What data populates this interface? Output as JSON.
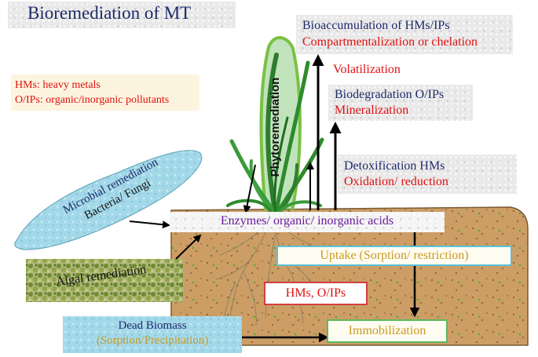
{
  "title": "Bioremediation of MT",
  "legend": {
    "hms": "HMs: heavy metals",
    "oips": "O/IPs: organic/inorganic pollutants"
  },
  "labels": {
    "bioaccumulation": "Bioaccumulation of HMs/IPs",
    "compartmentalization": "Compartmentalization or chelation",
    "volatilization": "Volatilization",
    "biodegradation": "Biodegradation O/IPs",
    "mineralization": "Mineralization",
    "detoxification": "Detoxification HMs",
    "oxidation": "Oxidation/ reduction",
    "phytoremediation": "Phytoremediation",
    "microbial_1": "Microbial remediation",
    "microbial_2": "Bacteria/ Fungi",
    "enzymes": "Enzymes/ organic/ inorganic acids",
    "uptake": "Uptake (Sorption/ restriction)",
    "pollutants": "HMs, O/IPs",
    "algal": "Algal remediation",
    "dead_biomass": "Dead Biomass",
    "sorption_precipitation": "(Sorption/Precipitation)",
    "immobilization": "Immobilization"
  },
  "colors": {
    "soil": "#cc9e66",
    "navy_text": "#1f2a6b",
    "red_text": "#e01010",
    "purple_text": "#6a1b9a",
    "orange_text": "#c99a1e",
    "cyan_box": "#a8dcea",
    "leaf_green": "#2e8b2e",
    "algae_green": "#8aa04a"
  }
}
